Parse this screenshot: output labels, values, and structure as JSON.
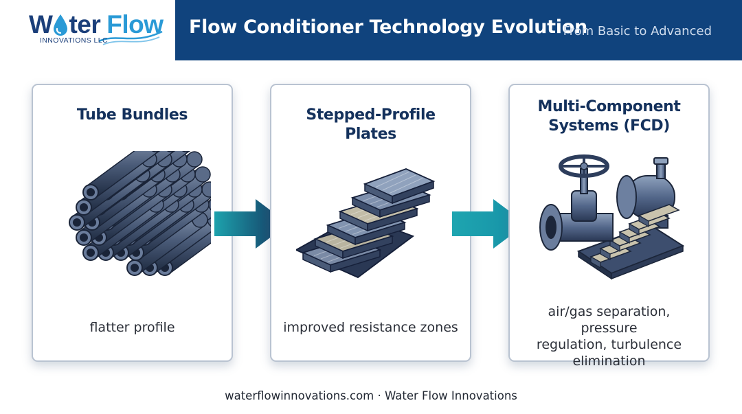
{
  "header": {
    "logo": {
      "word1_initial": "W",
      "word1_rest": "ter",
      "word2": "Flow",
      "tagline": "INNOVATIONS LLC"
    },
    "title": "Flow Conditioner Technology Evolution",
    "subtitle": "From Basic to Advanced"
  },
  "cards": [
    {
      "title": "Tube Bundles",
      "description": "flatter profile",
      "illustration": "tube-bundle"
    },
    {
      "title": "Stepped-Profile Plates",
      "description": "improved resistance zones",
      "illustration": "stepped-plates"
    },
    {
      "title": "Multi-Component Systems (FCD)",
      "title_line1": "Multi-Component",
      "title_line2": "Systems (FCD)",
      "description_line1": "air/gas separation, pressure",
      "description_line2": "regulation, turbulence",
      "description_line3": "elimination",
      "illustration": "valve-pump-system"
    }
  ],
  "arrows": [
    "arrow-right",
    "arrow-right"
  ],
  "footer": {
    "text": "waterflowinnovations.com · Water Flow Innovations"
  },
  "colors": {
    "header_bg": "#10437d",
    "logo_dark": "#1b3f7a",
    "logo_light": "#2a9ad6",
    "arrow_teal": "#1a9aa8",
    "arrow_navy": "#14315c"
  }
}
